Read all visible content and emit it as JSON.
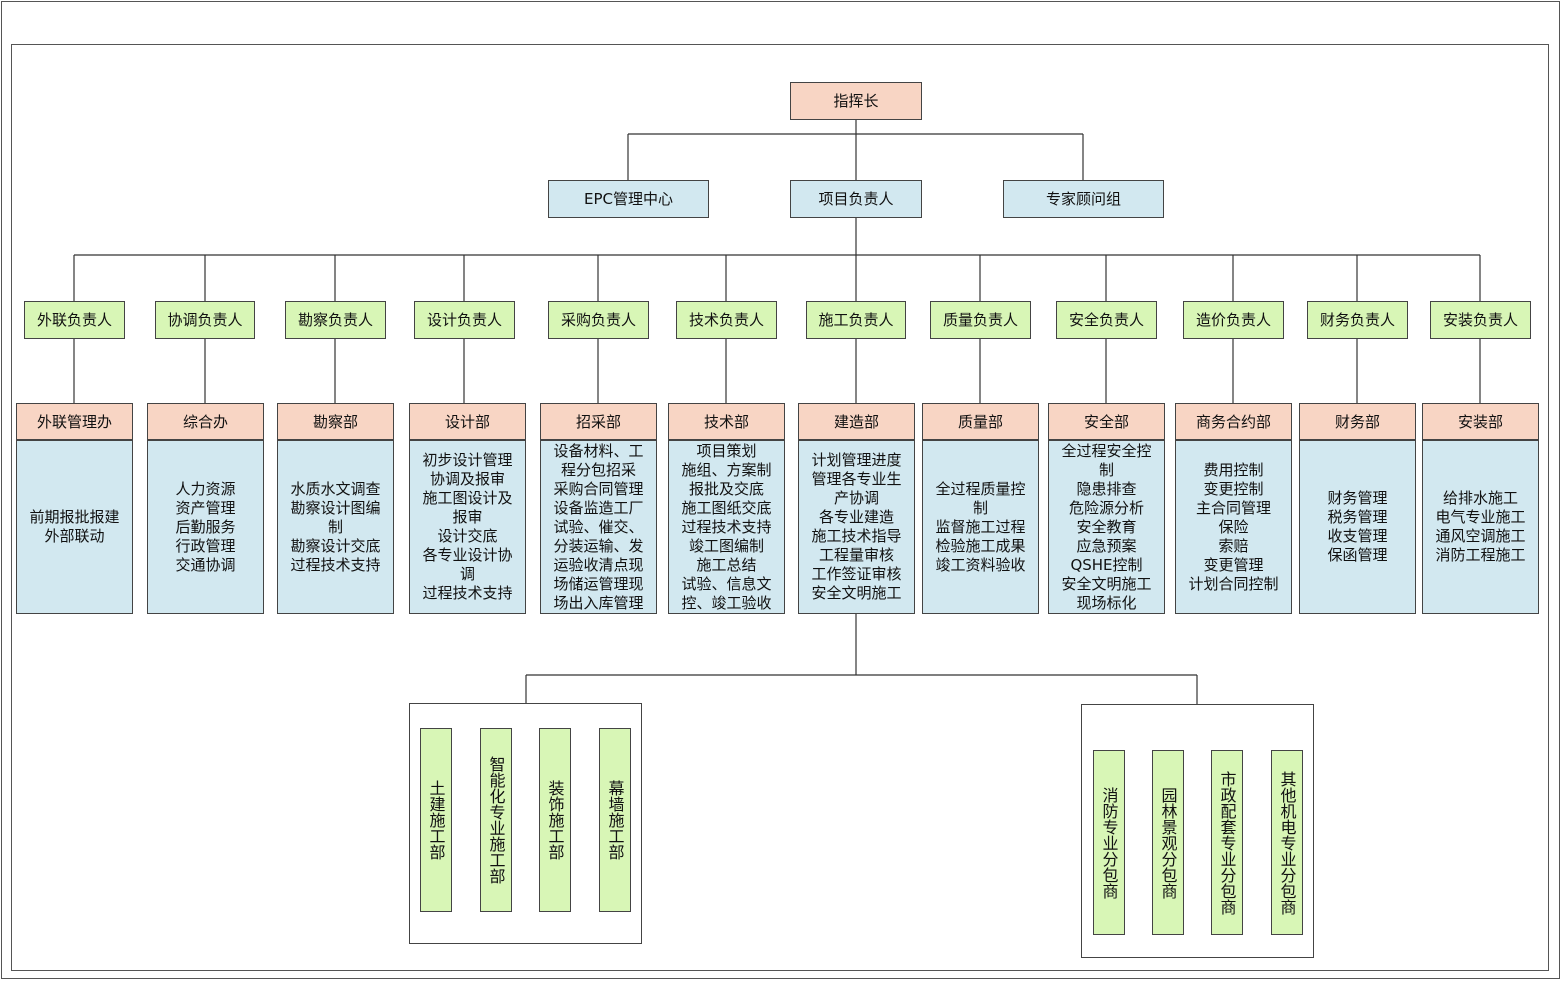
{
  "top": {
    "commander": "指挥长"
  },
  "level2": {
    "epc": "EPC管理中心",
    "project_lead": "项目负责人",
    "experts": "专家顾问组"
  },
  "leads": [
    "外联负责人",
    "协调负责人",
    "勘察负责人",
    "设计负责人",
    "采购负责人",
    "技术负责人",
    "施工负责人",
    "质量负责人",
    "安全负责人",
    "造价负责人",
    "财务负责人",
    "安装负责人"
  ],
  "departments": [
    {
      "name": "外联管理办",
      "desc": "前期报批报建\n外部联动"
    },
    {
      "name": "综合办",
      "desc": "人力资源\n资产管理\n后勤服务\n行政管理\n交通协调"
    },
    {
      "name": "勘察部",
      "desc": "水质水文调查\n勘察设计图编\n制\n勘察设计交底\n过程技术支持"
    },
    {
      "name": "设计部",
      "desc": "初步设计管理\n协调及报审\n施工图设计及\n报审\n设计交底\n各专业设计协\n调\n过程技术支持"
    },
    {
      "name": "招采部",
      "desc": "设备材料、工\n程分包招采\n采购合同管理\n设备监造工厂\n试验、催交、\n分装运输、发\n运验收清点现\n场储运管理现\n场出入库管理"
    },
    {
      "name": "技术部",
      "desc": "项目策划\n施组、方案制\n报批及交底\n施工图纸交底\n过程技术支持\n竣工图编制\n施工总结\n试验、信息文\n控、竣工验收"
    },
    {
      "name": "建造部",
      "desc": "计划管理进度\n管理各专业生\n产协调\n各专业建造\n施工技术指导\n工程量审核\n工作签证审核\n安全文明施工"
    },
    {
      "name": "质量部",
      "desc": "全过程质量控\n制\n监督施工过程\n检验施工成果\n竣工资料验收"
    },
    {
      "name": "安全部",
      "desc": "全过程安全控\n制\n隐患排查\n危险源分析\n安全教育\n应急预案\nQSHE控制\n安全文明施工\n现场标化"
    },
    {
      "name": "商务合约部",
      "desc": "费用控制\n变更控制\n主合同管理\n保险\n索赔\n变更管理\n计划合同控制"
    },
    {
      "name": "财务部",
      "desc": "财务管理\n税务管理\n收支管理\n保函管理"
    },
    {
      "name": "安装部",
      "desc": "给排水施工\n电气专业施工\n通风空调施工\n消防工程施工"
    }
  ],
  "construction_units": [
    "土建施工部",
    "智能化专业施工部",
    "装饰施工部",
    "幕墙施工部"
  ],
  "subcontractors": [
    "消防专业分包商",
    "园林景观分包商",
    "市政配套专业分包商",
    "其他机电专业分包商"
  ],
  "colors": {
    "pink": "#f8d5c4",
    "light_blue": "#d2e8f0",
    "light_green": "#d8f6b6",
    "line": "#333333"
  }
}
